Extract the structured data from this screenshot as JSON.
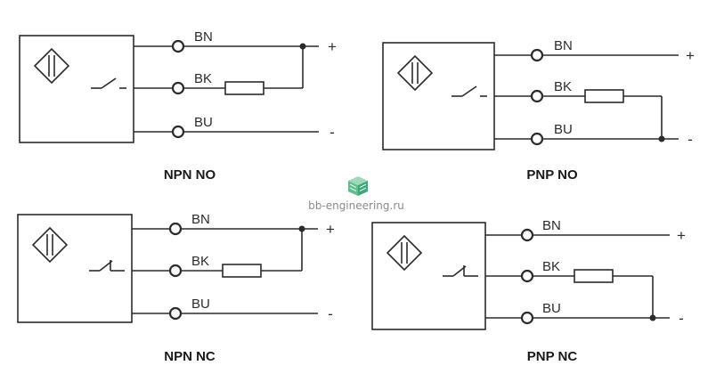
{
  "diagrams": [
    {
      "caption": "NPN NO",
      "wires": {
        "brown": "BN",
        "black": "BK",
        "blue": "BU"
      },
      "terminals": {
        "positive": "+",
        "negative": "-"
      },
      "switch_state": "normally-open",
      "load_between": "BK and +"
    },
    {
      "caption": "PNP NO",
      "wires": {
        "brown": "BN",
        "black": "BK",
        "blue": "BU"
      },
      "terminals": {
        "positive": "+",
        "negative": "-"
      },
      "switch_state": "normally-open",
      "load_between": "BK and -"
    },
    {
      "caption": "NPN NC",
      "wires": {
        "brown": "BN",
        "black": "BK",
        "blue": "BU"
      },
      "terminals": {
        "positive": "+",
        "negative": "-"
      },
      "switch_state": "normally-closed",
      "load_between": "BK and +"
    },
    {
      "caption": "PNP NC",
      "wires": {
        "brown": "BN",
        "black": "BK",
        "blue": "BU"
      },
      "terminals": {
        "positive": "+",
        "negative": "-"
      },
      "switch_state": "normally-closed",
      "load_between": "BK and -"
    }
  ],
  "watermark": {
    "text": "bb-engineering.ru",
    "color": "#3aa87a"
  },
  "colors": {
    "line": "#2b2b2b",
    "background": "#ffffff"
  }
}
